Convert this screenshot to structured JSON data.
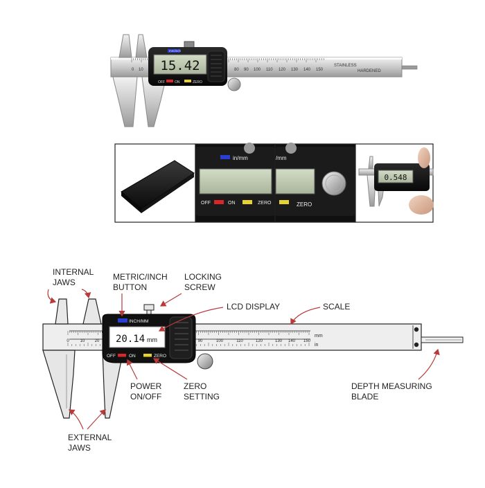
{
  "top_photo": {
    "unit_label": "mm/inch",
    "display_value": "15.42",
    "off": "OFF",
    "on": "ON",
    "zero": "ZERO",
    "stainless": "STAINLESS",
    "hardened": "HARDENED",
    "scale_numbers": [
      "0",
      "10",
      "80",
      "90",
      "100",
      "110",
      "120",
      "130",
      "140",
      "150"
    ]
  },
  "thumbs": {
    "in_mm": "in/mm",
    "mm_partial": "/mm",
    "off": "OFF",
    "on": "ON",
    "zero": "ZERO",
    "display_value": "0.548"
  },
  "diagram": {
    "display_value": "20.14",
    "display_unit": "mm",
    "button_label": "INCH/MM",
    "off": "OFF",
    "on": "ON",
    "zero": "ZERO",
    "unit_mm": "mm",
    "unit_in": "in",
    "mm_numbers": [
      "0",
      "10",
      "20",
      "90",
      "100",
      "110",
      "120",
      "130",
      "140",
      "150"
    ],
    "labels": {
      "internal_jaws_1": "INTERNAL",
      "internal_jaws_2": "JAWS",
      "metric_inch_1": "METRIC/INCH",
      "metric_inch_2": "BUTTON",
      "locking_1": "LOCKING",
      "locking_2": "SCREW",
      "lcd_display": "LCD DISPLAY",
      "scale": "SCALE",
      "power_1": "POWER",
      "power_2": "ON/OFF",
      "zero_1": "ZERO",
      "zero_2": "SETTING",
      "depth_1": "DEPTH MEASURING",
      "depth_2": "BLADE",
      "external_1": "EXTERNAL",
      "external_2": "JAWS"
    }
  },
  "colors": {
    "accent_red": "#d9262b",
    "button_blue": "#2a3fd0",
    "button_yellow": "#e7d233",
    "lcd_green": "#c9d3bb",
    "arrow_red": "#b83a3a"
  }
}
